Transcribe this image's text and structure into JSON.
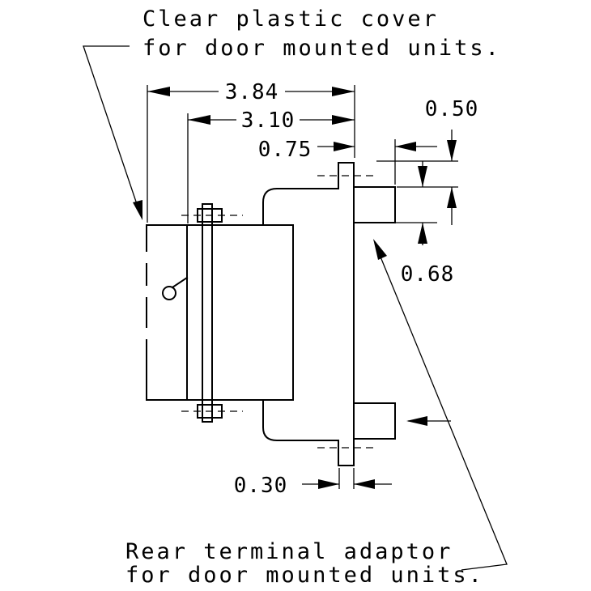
{
  "callouts": {
    "cover_line1": "Clear plastic cover",
    "cover_line2": "for door mounted units.",
    "adaptor_line1": "Rear terminal adaptor",
    "adaptor_line2": "for door mounted units."
  },
  "dimensions": {
    "overall_depth": "3.84",
    "body_depth": "3.10",
    "panel_to_adaptor": "0.75",
    "terminal_offset": "0.50",
    "terminal_height": "0.68",
    "panel_thickness": "0.30"
  }
}
